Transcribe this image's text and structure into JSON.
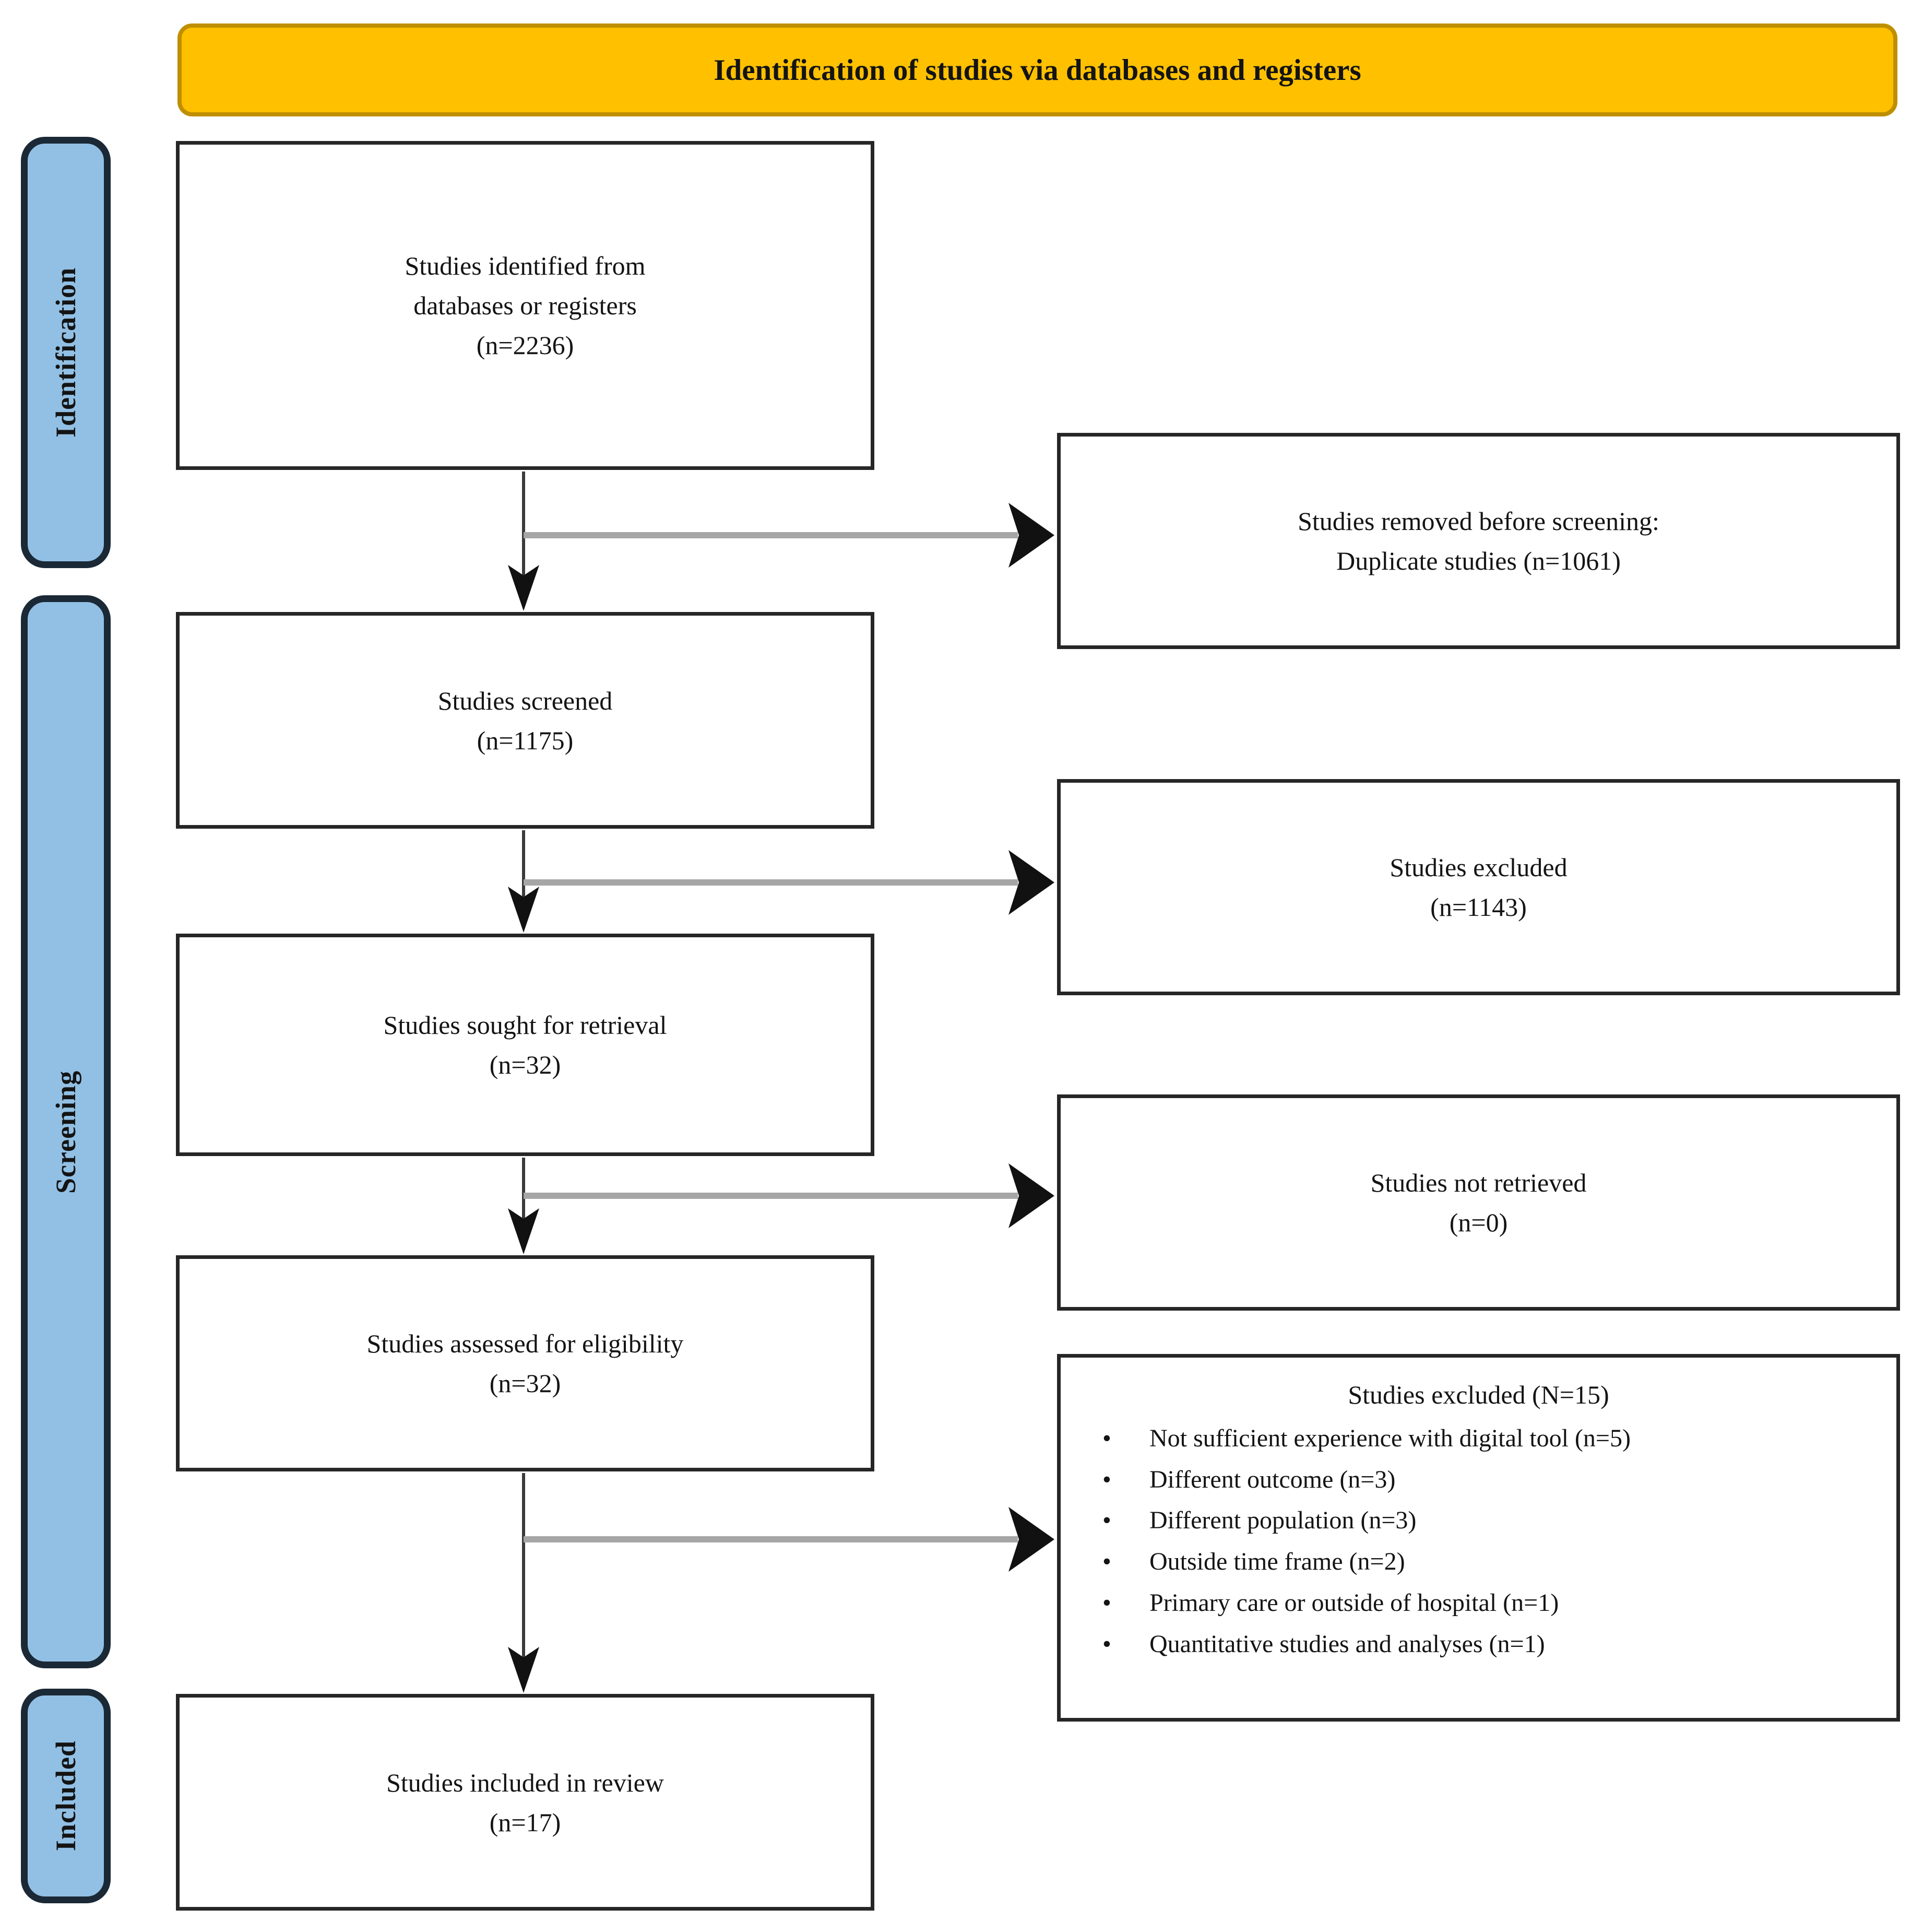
{
  "banner": {
    "title": "Identification of studies via databases and registers"
  },
  "stages": [
    {
      "label": "Identification"
    },
    {
      "label": "Screening"
    },
    {
      "label": "Included"
    }
  ],
  "left_column": [
    {
      "lines": [
        "Studies identified from",
        "databases or registers",
        "(n=2236)"
      ]
    },
    {
      "lines": [
        "Studies screened",
        "(n=1175)"
      ]
    },
    {
      "lines": [
        "Studies sought for retrieval",
        "(n=32)"
      ]
    },
    {
      "lines": [
        "Studies assessed for eligibility",
        "(n=32)"
      ]
    },
    {
      "lines": [
        "Studies included in review",
        "(n=17)"
      ]
    }
  ],
  "right_column": [
    {
      "lines": [
        "Studies removed before screening:",
        "Duplicate studies (n=1061)"
      ]
    },
    {
      "lines": [
        "Studies excluded",
        "(n=1143)"
      ]
    },
    {
      "lines": [
        "Studies not retrieved",
        "(n=0)"
      ]
    },
    {
      "title": "Studies excluded (N=15)",
      "bullets": [
        "Not sufficient experience with digital tool (n=5)",
        "Different outcome (n=3)",
        "Different population (n=3)",
        "Outside time frame (n=2)",
        "Primary care or outside of hospital (n=1)",
        "Quantitative studies and analyses (n=1)"
      ]
    }
  ],
  "colors": {
    "banner_bg": "#FFC000",
    "banner_border": "#BF8F00",
    "stage_bg": "#92C0E4",
    "stage_border": "#1B2835",
    "box_border": "#262626",
    "arrow_v": "#3A3A3A",
    "arrow_h": "#A6A6A6",
    "arrow_head": "#111111"
  }
}
